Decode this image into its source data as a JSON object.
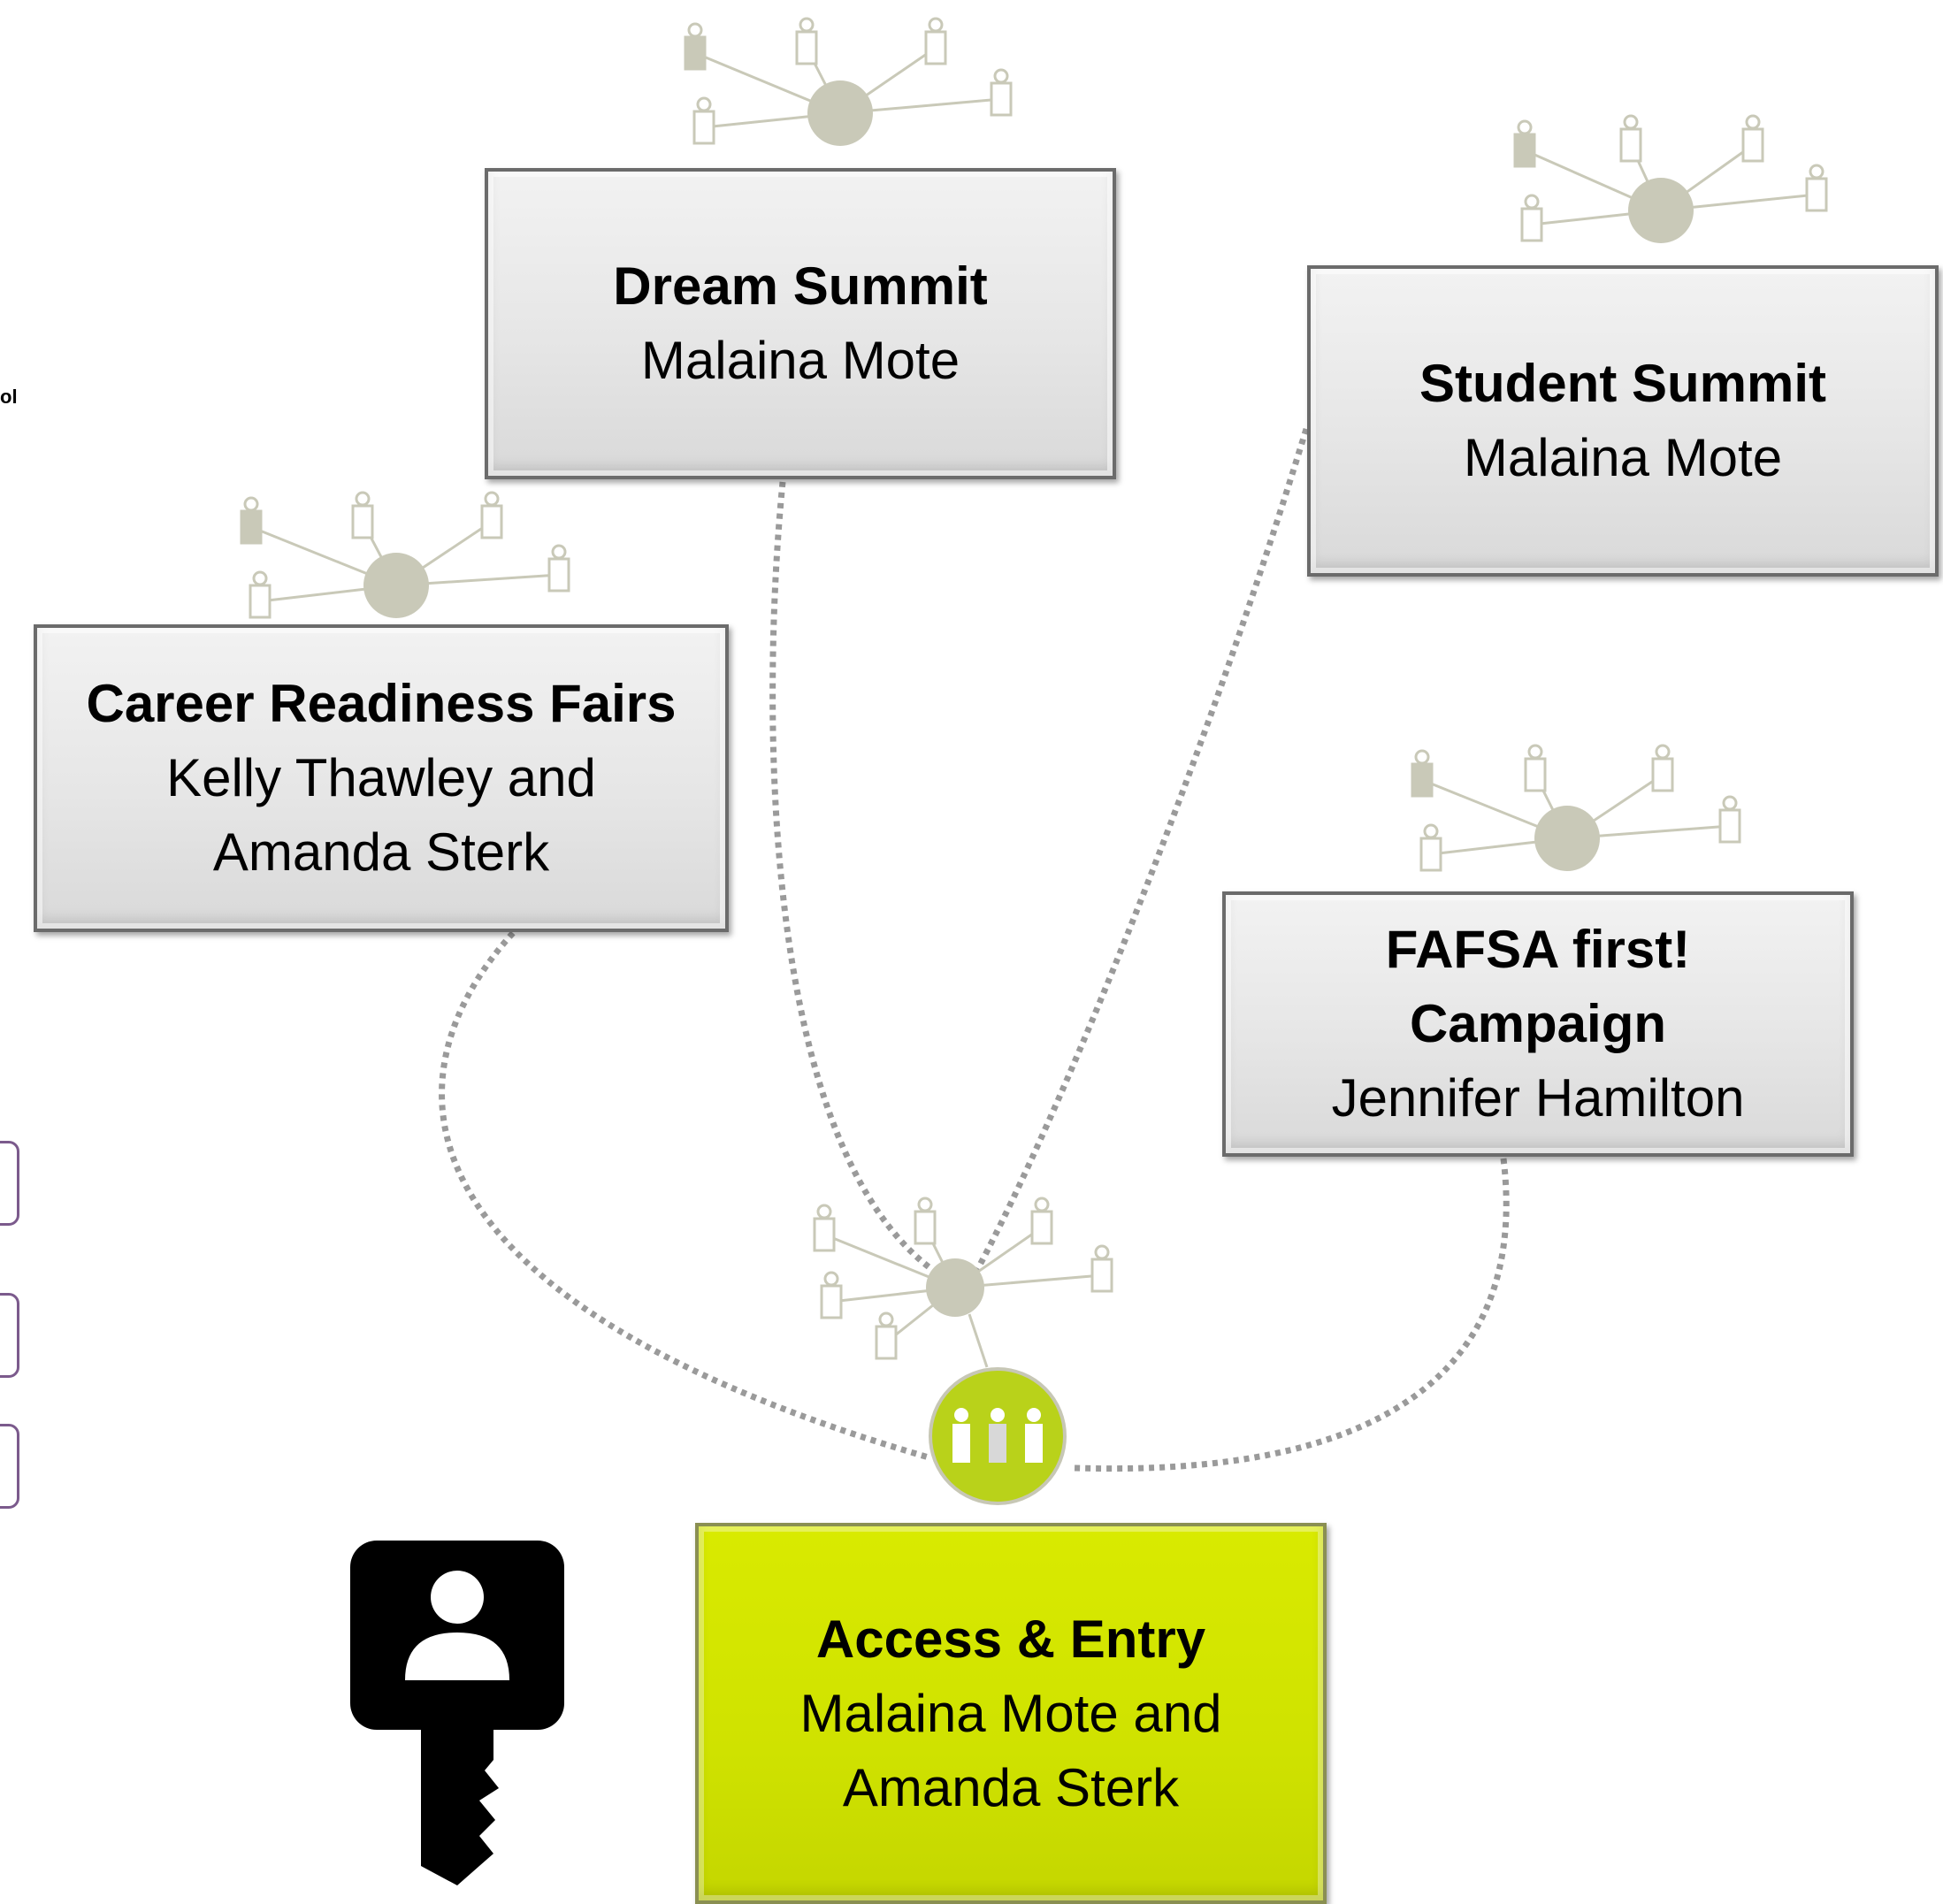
{
  "colors": {
    "connector": "#9a9a9a",
    "network": "#c9c9b8",
    "accent": "#d4e600",
    "key": "#000000"
  },
  "side": {
    "fragment": "ol"
  },
  "boxes": {
    "dream_summit": {
      "title": "Dream Summit",
      "lines": [
        "Malaina Mote"
      ]
    },
    "student_summit": {
      "title": "Student Summit",
      "lines": [
        "Malaina Mote"
      ]
    },
    "career_fairs": {
      "title": "Career Readiness Fairs",
      "lines": [
        "Kelly Thawley and",
        "Amanda Sterk"
      ]
    },
    "fafsa": {
      "title": "FAFSA first!",
      "title2": "Campaign",
      "lines": [
        "Jennifer Hamilton"
      ]
    },
    "access_entry": {
      "title": "Access & Entry",
      "lines": [
        "Malaina Mote and",
        "Amanda Sterk"
      ]
    }
  },
  "icons": [
    "network-icon",
    "group-icon",
    "key-icon"
  ]
}
